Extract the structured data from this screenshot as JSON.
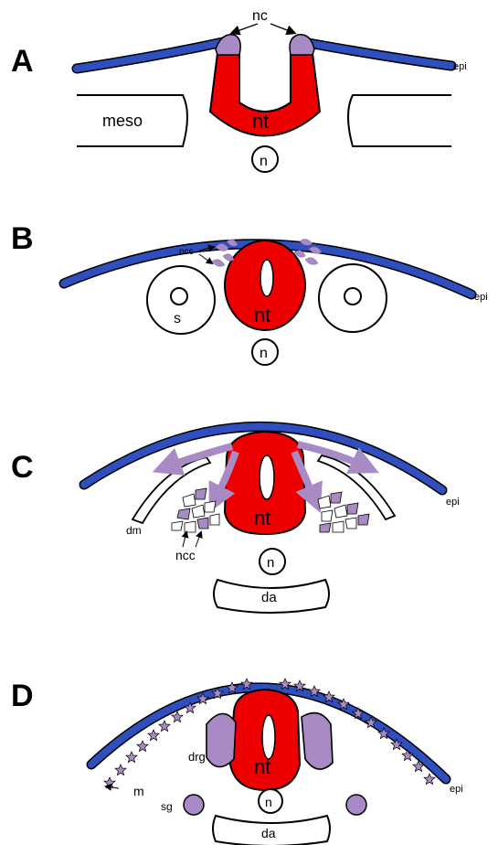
{
  "colors": {
    "epidermis": "#2f4fbf",
    "neural_tube": "#ee0000",
    "neural_crest": "#a88bc4",
    "outline": "#000000",
    "background": "#ffffff"
  },
  "panels": [
    {
      "id": "A",
      "letter": "A",
      "labels": {
        "nc": "nc",
        "epi": "epi",
        "meso": "meso",
        "nt": "nt",
        "n": "n"
      }
    },
    {
      "id": "B",
      "letter": "B",
      "labels": {
        "ncc": "ncc",
        "epi": "epi",
        "s": "s",
        "nt": "nt",
        "n": "n"
      }
    },
    {
      "id": "C",
      "letter": "C",
      "labels": {
        "epi": "epi",
        "dm": "dm",
        "ncc": "ncc",
        "nt": "nt",
        "n": "n",
        "da": "da"
      }
    },
    {
      "id": "D",
      "letter": "D",
      "labels": {
        "drg": "drg",
        "epi": "epi",
        "m": "m",
        "sg": "sg",
        "nt": "nt",
        "n": "n",
        "da": "da"
      }
    }
  ]
}
